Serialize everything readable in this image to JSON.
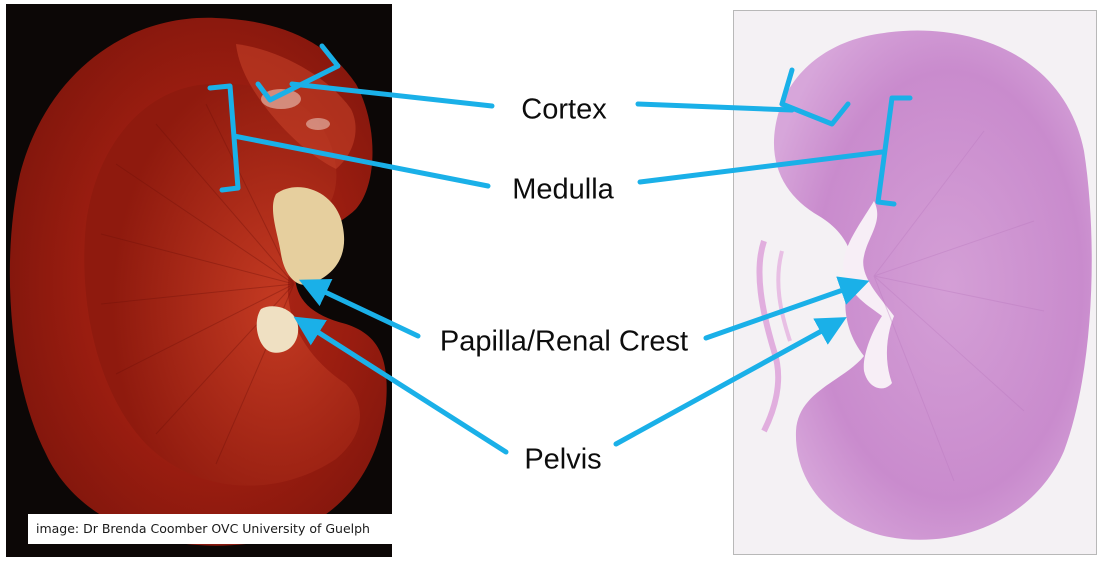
{
  "labels": {
    "cortex": "Cortex",
    "medulla": "Medulla",
    "papilla": "Papilla/Renal Crest",
    "pelvis": "Pelvis"
  },
  "credit": "image: Dr Brenda Coomber OVC University of Guelph",
  "colors": {
    "pointer": "#1ab0e8",
    "gross_kidney": "#8e1a10",
    "histology_stain": "#c988cc",
    "photo_background": "#0c0706"
  }
}
